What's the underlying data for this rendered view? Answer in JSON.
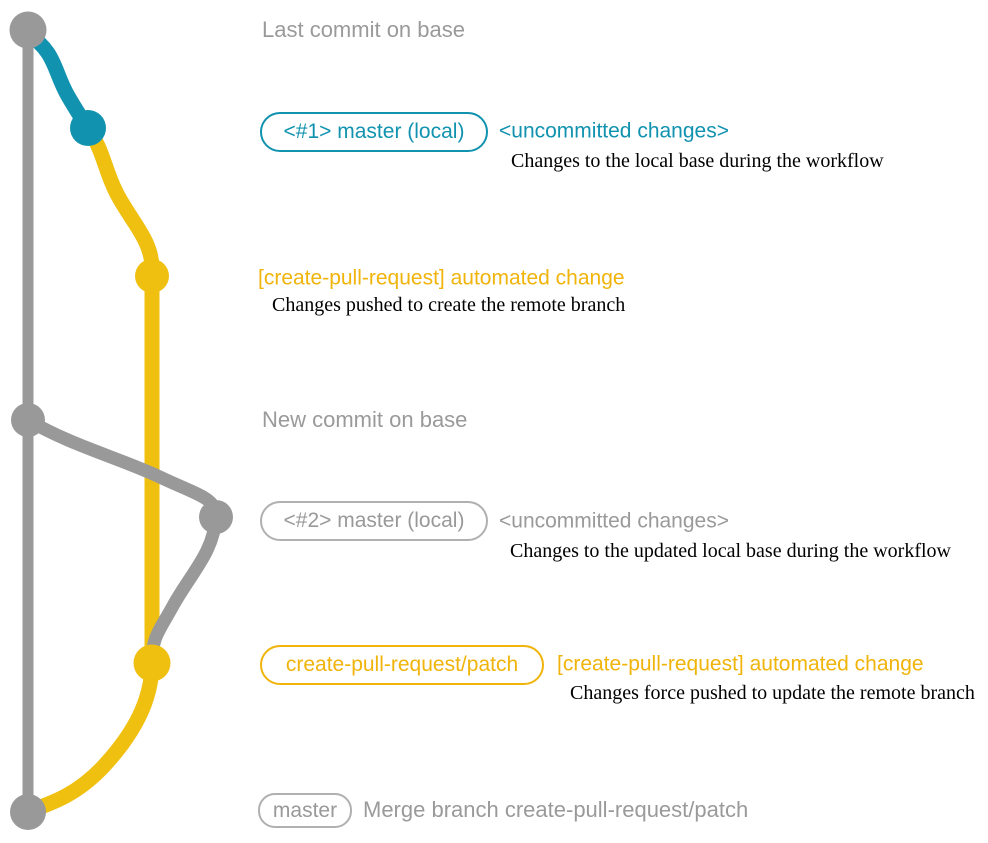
{
  "colors": {
    "base_gray": "#999999",
    "text_gray": "#9a9a9a",
    "teal": "#1193b0",
    "yellow": "#f0c011",
    "yellow_text": "#f0b40a",
    "tag_border_gray": "#b0b0b0",
    "note_black": "#000000"
  },
  "rows": {
    "last_commit_label": "Last commit on base",
    "master_local_1": {
      "tag": "<#1> master (local)",
      "status": "<uncommitted changes>",
      "note": "Changes to the local base during the workflow"
    },
    "automated_change_1": {
      "title": "[create-pull-request] automated change",
      "note": "Changes pushed to create the remote branch"
    },
    "new_commit_label": "New commit on base",
    "master_local_2": {
      "tag": "<#2> master (local)",
      "status": "<uncommitted changes>",
      "note": "Changes to the updated local base during the workflow"
    },
    "automated_change_2": {
      "tag": "create-pull-request/patch",
      "title": "[create-pull-request] automated change",
      "note": "Changes force pushed to update the remote branch"
    },
    "merge": {
      "tag": "master",
      "label": "Merge branch create-pull-request/patch"
    }
  }
}
